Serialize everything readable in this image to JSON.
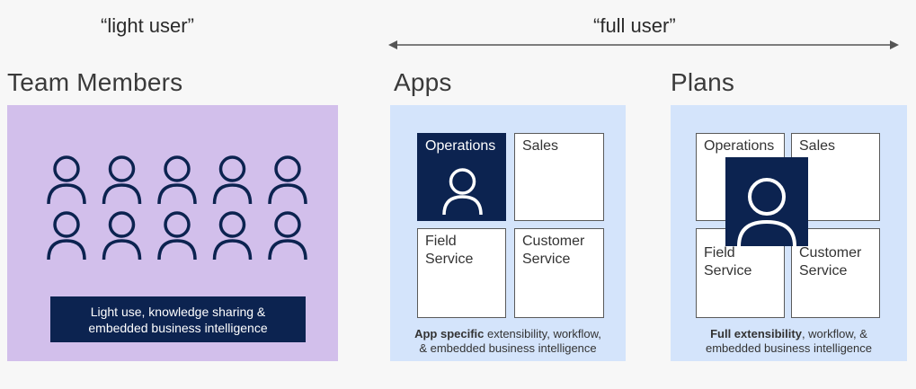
{
  "labels": {
    "light_user": "“light user”",
    "full_user": "“full user”"
  },
  "team_members": {
    "title": "Team Members",
    "banner": "Light use, knowledge sharing &\nembedded business intelligence",
    "icon": "person-icon",
    "icon_count": 10
  },
  "apps": {
    "title": "Apps",
    "tiles": [
      "Operations",
      "Sales",
      "Field\nService",
      "Customer\nService"
    ],
    "caption_bold": "App specific",
    "caption_rest": " extensibility, workflow,",
    "caption_line2": "& embedded business intelligence"
  },
  "plans": {
    "title": "Plans",
    "tiles": [
      "Operations",
      "Sales",
      "Field\nService",
      "Customer\nService"
    ],
    "caption_bold": "Full extensibility",
    "caption_rest": ", workflow, &",
    "caption_line2": "embedded business intelligence"
  },
  "colors": {
    "navy": "#0c2350",
    "lavender": "#d2bfeb",
    "light_blue": "#d4e4fb",
    "arrow": "#555555"
  }
}
